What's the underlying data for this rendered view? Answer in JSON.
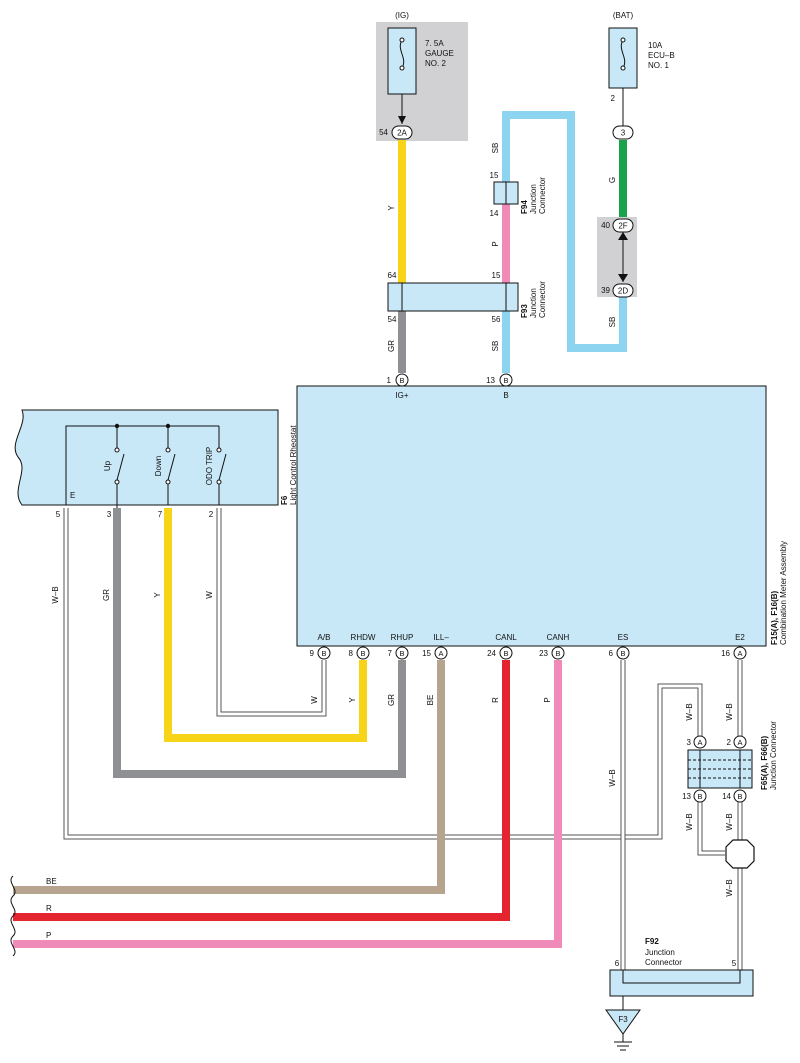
{
  "power": {
    "ig": {
      "label": "(IG)",
      "fuse_amp": "7. 5A",
      "fuse_line1": "GAUGE",
      "fuse_line2": "NO. 2",
      "pin": "54",
      "conn": "2A"
    },
    "bat": {
      "label": "(BAT)",
      "fuse_amp": "10A",
      "fuse_line1": "ECU–B",
      "fuse_line2": "NO. 1",
      "pin_top": "2",
      "conn": "3"
    }
  },
  "inline": {
    "top_pin": "40",
    "top_conn": "2F",
    "bot_pin": "39",
    "bot_conn": "2D"
  },
  "wires": {
    "sb": "SB",
    "y": "Y",
    "p": "P",
    "g": "G",
    "gr": "GR",
    "w": "W",
    "wb": "W–B",
    "be": "BE",
    "r": "R"
  },
  "f94": {
    "code": "F94",
    "name_line1": "Junction",
    "name_line2": "Connector",
    "pin_top": "15",
    "pin_bot": "14"
  },
  "f93": {
    "code": "F93",
    "name_line1": "Junction",
    "name_line2": "Connector",
    "pin_tl": "64",
    "pin_tr": "15",
    "pin_bl": "54",
    "pin_br": "56"
  },
  "meter": {
    "code": "F15(A), F16(B)",
    "name": "Combination Meter Assembly",
    "top_pins": [
      {
        "num": "1",
        "conn": "B",
        "label": "IG+"
      },
      {
        "num": "13",
        "conn": "B",
        "label": "B"
      }
    ],
    "bottom_pins": [
      {
        "num": "9",
        "conn": "B",
        "label": "A/B"
      },
      {
        "num": "8",
        "conn": "B",
        "label": "RHDW"
      },
      {
        "num": "7",
        "conn": "B",
        "label": "RHUP"
      },
      {
        "num": "15",
        "conn": "A",
        "label": "ILL–"
      },
      {
        "num": "24",
        "conn": "B",
        "label": "CANL"
      },
      {
        "num": "23",
        "conn": "B",
        "label": "CANH"
      },
      {
        "num": "6",
        "conn": "B",
        "label": "ES"
      },
      {
        "num": "16",
        "conn": "A",
        "label": "E2"
      }
    ]
  },
  "f6": {
    "code": "F6",
    "name": "Light Control Rheostat",
    "switches": [
      "Up",
      "Down",
      "ODO TRIP"
    ],
    "e_label": "E",
    "pins": [
      "5",
      "3",
      "7",
      "2"
    ]
  },
  "f65": {
    "code": "F65(A), F66(B)",
    "name": "Junction Connector",
    "pins_top": [
      {
        "num": "3",
        "conn": "A"
      },
      {
        "num": "2",
        "conn": "A"
      }
    ],
    "pins_bot": [
      {
        "num": "13",
        "conn": "B"
      },
      {
        "num": "14",
        "conn": "B"
      }
    ]
  },
  "f92": {
    "code": "F92",
    "name_line1": "Junction",
    "name_line2": "Connector",
    "pin_left": "6",
    "pin_right": "5"
  },
  "ground": {
    "label": "F3"
  },
  "offpage": [
    {
      "label": "BE"
    },
    {
      "label": "R"
    },
    {
      "label": "P"
    }
  ],
  "colors": {
    "yellow": "#f7d417",
    "gray": "#8f9093",
    "pink": "#f08ab8",
    "skyblue": "#8cd4ef",
    "green": "#1aa34a",
    "red": "#e4242e",
    "tan": "#b6a48f",
    "box": "#c8e8f7",
    "shade": "#d1d1d3"
  }
}
